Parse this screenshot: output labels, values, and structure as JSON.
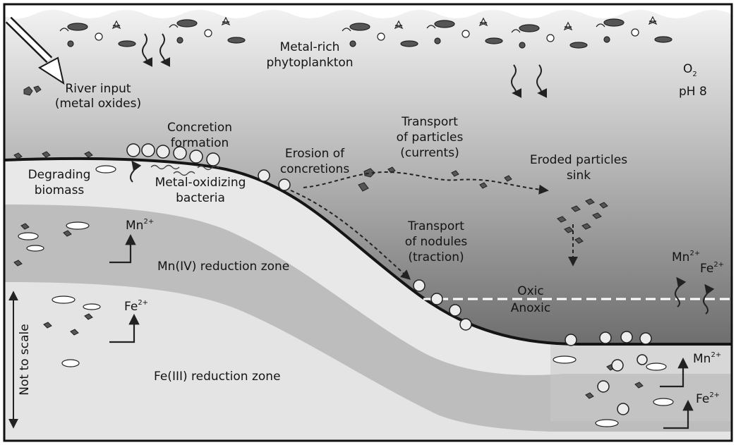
{
  "surface_labels": {
    "phytoplankton": [
      "Metal-rich",
      "phytoplankton"
    ],
    "o2_symbol": "O",
    "o2_subscript": "2",
    "ph": "pH 8",
    "river": [
      "River input",
      "(metal oxides)"
    ]
  },
  "process_labels": {
    "concretion": [
      "Concretion",
      "formation"
    ],
    "degrading": [
      "Degrading",
      "biomass"
    ],
    "bacteria": [
      "Metal-oxidizing",
      "bacteria"
    ],
    "erosion": [
      "Erosion of",
      "concretions"
    ],
    "transport_particles": [
      "Transport",
      "of particles",
      "(currents)"
    ],
    "eroded_sink": [
      "Eroded particles",
      "sink"
    ],
    "transport_nodules": [
      "Transport",
      "of nodules",
      "(traction)"
    ]
  },
  "zones": {
    "mn_zone": "Mn(IV) reduction zone",
    "fe_zone": "Fe(III) reduction zone",
    "oxic": "Oxic",
    "anoxic": "Anoxic"
  },
  "ions": {
    "mn_base": "Mn",
    "fe_base": "Fe",
    "charge": "2+"
  },
  "scale_note": "Not to scale",
  "colors": {
    "frame": "#111111",
    "water_top": "#f2f2f2",
    "water_bottom": "#4a4a4a",
    "sediment_light": "#e6e6e6",
    "sediment_mid": "#bdbdbd",
    "seafloor_line": "#151515",
    "oxic_line": "#ffffff"
  },
  "icons": [
    "river-arrow-icon",
    "phytoplankton-icon",
    "sinking-arrow-icon",
    "nodule-icon",
    "particle-icon",
    "bacteria-icon",
    "flux-arrow-icon",
    "scale-arrow-icon"
  ]
}
